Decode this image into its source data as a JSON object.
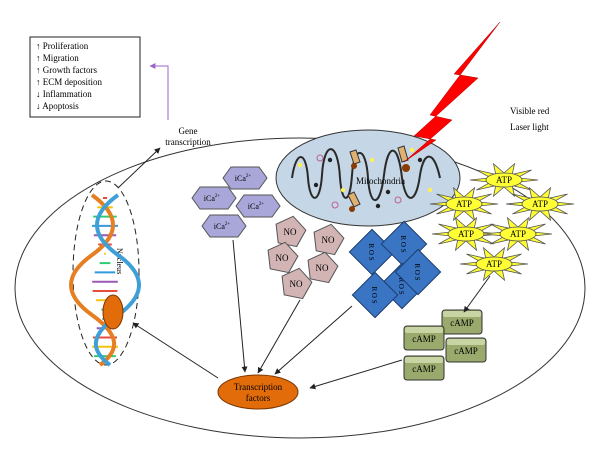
{
  "effects_box": {
    "items": [
      {
        "arrow": "↑",
        "label": "Proliferation"
      },
      {
        "arrow": "↑",
        "label": "Migration"
      },
      {
        "arrow": "↑",
        "label": "Growth factors"
      },
      {
        "arrow": "↑",
        "label": "ECM deposition"
      },
      {
        "arrow": "↓",
        "label": "Inflammation"
      },
      {
        "arrow": "↓",
        "label": "Apoptosis"
      }
    ]
  },
  "labels": {
    "gene_transcription_1": "Gene",
    "gene_transcription_2": "transcription",
    "visible_red": "Visible red",
    "laser_light": "Laser light",
    "mitochondria": "Mitochondria",
    "nucleus": "Nucleus",
    "transcription_factors_1": "Transcription",
    "transcription_factors_2": "factors"
  },
  "ica": {
    "base": "iCa",
    "sup": "2+"
  },
  "no_label": "NO",
  "ros_letters": [
    "R",
    "O",
    "S"
  ],
  "atp_label": "ATP",
  "camp_label": "cAMP",
  "colors": {
    "laser": "#ff0000",
    "ica_fill": "#a9a6d9",
    "no_fill": "#d2b4b4",
    "ros_fill": "#3a75c4",
    "atp_fill": "#ffff33",
    "camp_fill": "#9aaa6d",
    "tf_fill": "#e36c0a",
    "mito_fill": "#c5d6e6"
  }
}
